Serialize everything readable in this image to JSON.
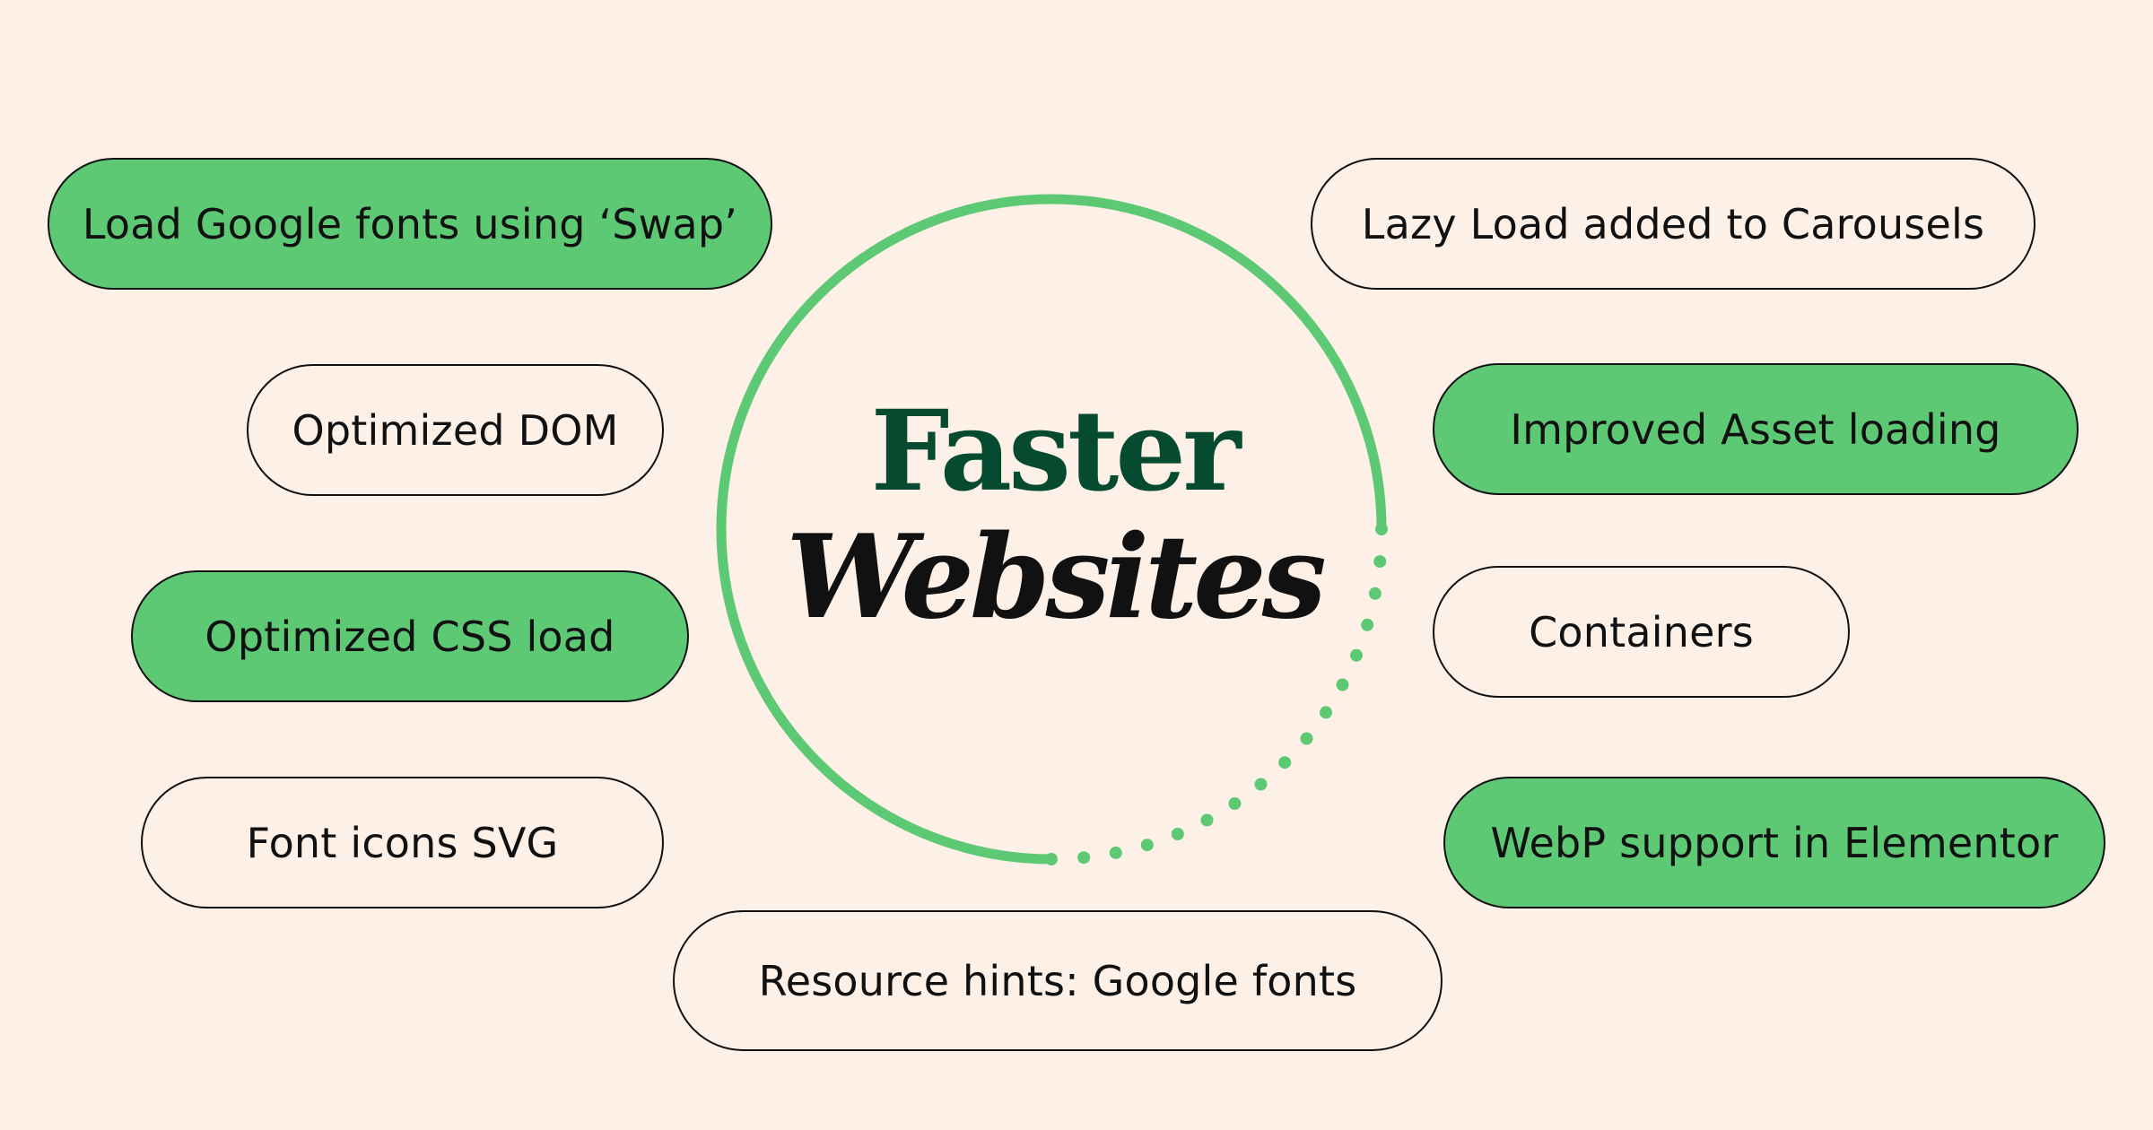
{
  "colors": {
    "background": "#fdf0e7",
    "accent_green": "#5ec975",
    "title_dark_green": "#064b2f",
    "text": "#111111"
  },
  "title": {
    "line1": "Faster",
    "line2": "Websites"
  },
  "features": [
    {
      "label": "Load Google fonts using ‘Swap’",
      "highlighted": true
    },
    {
      "label": "Optimized DOM",
      "highlighted": false
    },
    {
      "label": "Optimized CSS load",
      "highlighted": true
    },
    {
      "label": "Font icons SVG",
      "highlighted": false
    },
    {
      "label": "Resource hints: Google fonts",
      "highlighted": false
    },
    {
      "label": "Lazy Load added to Carousels",
      "highlighted": false
    },
    {
      "label": "Improved Asset loading",
      "highlighted": true
    },
    {
      "label": "Containers",
      "highlighted": false
    },
    {
      "label": "WebP support in Elementor",
      "highlighted": true
    }
  ]
}
